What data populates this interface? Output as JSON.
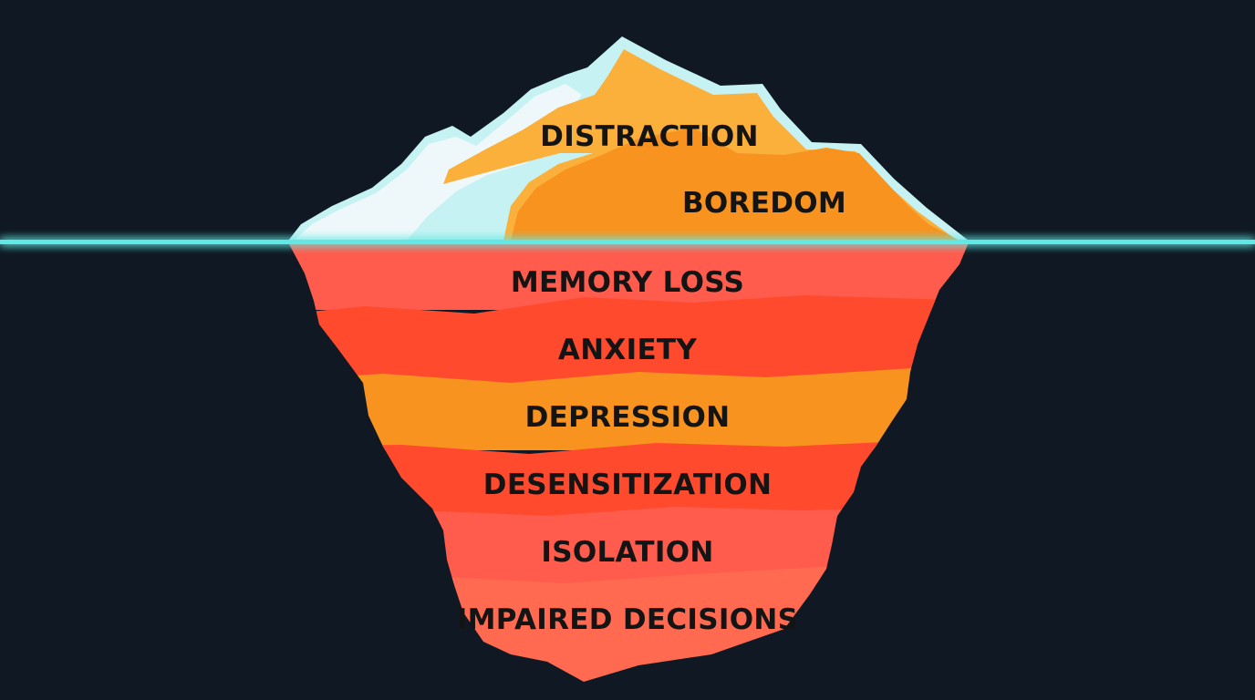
{
  "diagram": {
    "type": "iceberg",
    "colors": {
      "background": "#101923",
      "waterline": "#5ee8e4",
      "text": "#141414",
      "ice_white": "#eef8fa",
      "ice_cyan": "#c6f2f3",
      "above_light": "#fbb03b",
      "above_dark": "#f7931e",
      "below_top": "#ff5c4d",
      "below_mid": "#ff4a2e",
      "below_bottom": "#ff6a50"
    },
    "above_water": [
      {
        "label": "DISTRACTION"
      },
      {
        "label": "BOREDOM"
      }
    ],
    "below_water": [
      {
        "label": "MEMORY LOSS"
      },
      {
        "label": "ANXIETY"
      },
      {
        "label": "DEPRESSION"
      },
      {
        "label": "DESENSITIZATION"
      },
      {
        "label": "ISOLATION"
      },
      {
        "label": "IMPAIRED DECISIONS"
      }
    ]
  }
}
